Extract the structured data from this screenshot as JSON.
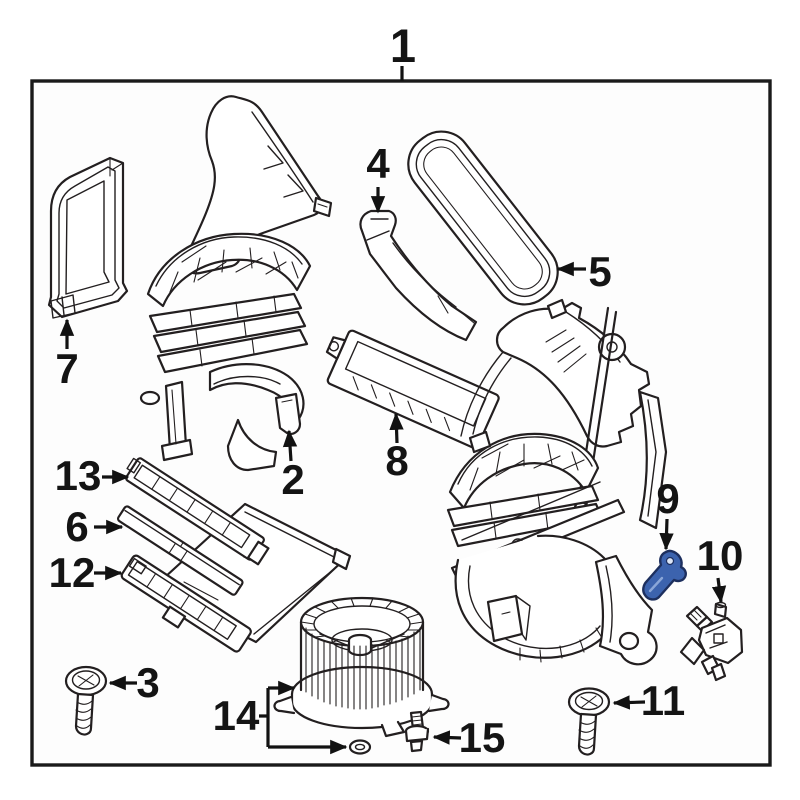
{
  "page": {
    "background": "#ffffff"
  },
  "diagram": {
    "kind": "exploded-parts-diagram",
    "description_visible_text_only": true,
    "line_color": "#231f20",
    "highlight_color": "#3c63ae",
    "frame_label": "1",
    "callouts": [
      {
        "number": "1"
      },
      {
        "number": "2"
      },
      {
        "number": "3"
      },
      {
        "number": "4"
      },
      {
        "number": "5"
      },
      {
        "number": "6"
      },
      {
        "number": "7"
      },
      {
        "number": "8"
      },
      {
        "number": "9"
      },
      {
        "number": "10"
      },
      {
        "number": "11"
      },
      {
        "number": "12"
      },
      {
        "number": "13"
      },
      {
        "number": "14"
      },
      {
        "number": "15"
      }
    ]
  }
}
